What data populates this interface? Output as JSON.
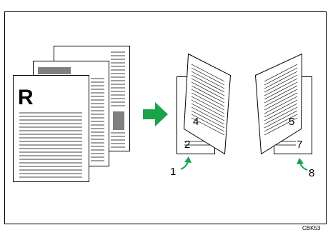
{
  "diagram": {
    "originals": {
      "front_page_letter": "R"
    },
    "booklet": {
      "left_page_numbers": {
        "inner": "4",
        "outer": "2",
        "turn": "1"
      },
      "right_page_numbers": {
        "inner": "5",
        "outer": "7",
        "turn": "8"
      }
    },
    "figure_id": "CBK53"
  },
  "colors": {
    "arrow": "#1aa34a",
    "gray_block": "#808080",
    "line": "#000000"
  },
  "icons": {
    "process_arrow": "right-arrow-icon",
    "page_turn_arrows": "curved-arrow-icon"
  }
}
